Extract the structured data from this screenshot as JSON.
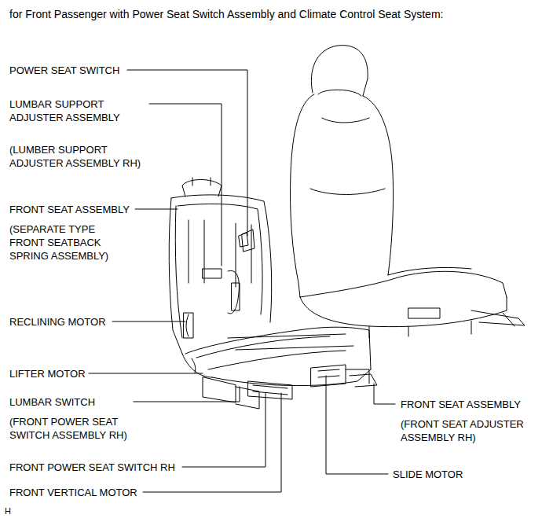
{
  "diagram": {
    "title": "for Front Passenger with Power Seat Switch Assembly and Climate Control Seat System:",
    "labels": [
      "POWER SEAT SWITCH",
      "LUMBAR SUPPORT ADJUSTER ASSEMBLY",
      "(LUMBER SUPPORT ADJUSTER ASSEMBLY RH)",
      "FRONT SEAT ASSEMBLY",
      "(SEPARATE TYPE FRONT SEATBACK SPRING ASSEMBLY)",
      "RECLINING MOTOR",
      "LIFTER MOTOR",
      "LUMBAR SWITCH",
      "(FRONT POWER SEAT SWITCH ASSEMBLY RH)",
      "FRONT POWER SEAT SWITCH RH",
      "FRONT VERTICAL MOTOR",
      "FRONT SEAT ASSEMBLY",
      "(FRONT SEAT ADJUSTER ASSEMBLY RH)",
      "SLIDE MOTOR",
      "H"
    ]
  }
}
